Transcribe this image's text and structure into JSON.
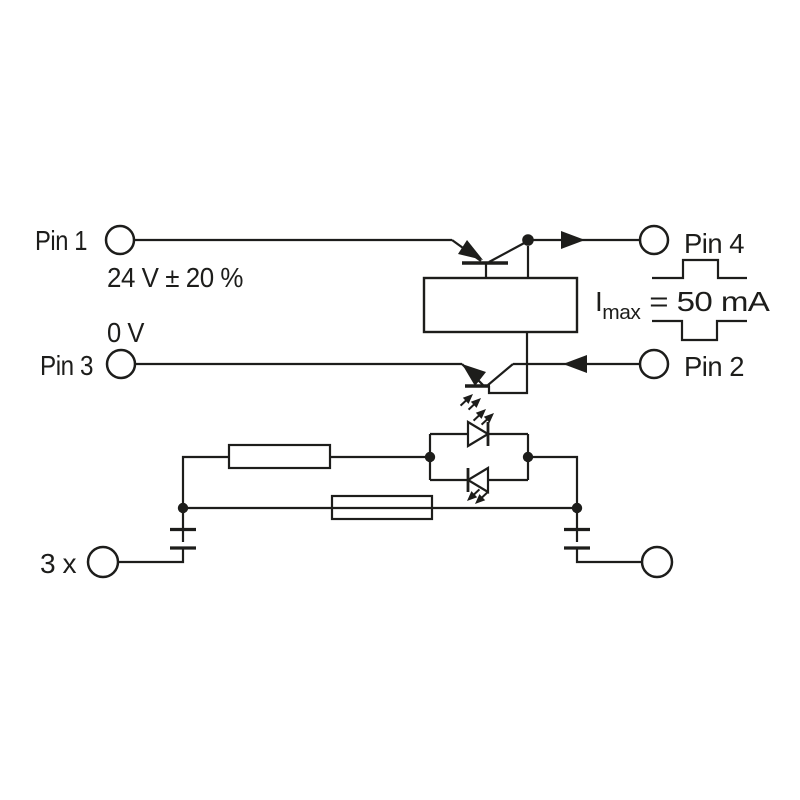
{
  "diagram": {
    "background": "#ffffff",
    "line_color": "#1d1d1b",
    "labels": {
      "pin1": "Pin 1",
      "supply": "24 V ± 20 %",
      "zero_v": "0 V",
      "pin3": "Pin 3",
      "pin4": "Pin 4",
      "pin2": "Pin 2",
      "imax_i": "I",
      "imax_sub": "max",
      "imax_eq": "= 50 mA",
      "multiplier": "3 x"
    },
    "symbols": [
      "screw-terminal",
      "pnp-output-transistor",
      "npn-phototransistor",
      "control-circuit-box",
      "bidirectional-led-pair",
      "resistor",
      "fuse",
      "plug-connection",
      "positive-pulse-waveform",
      "negative-pulse-waveform",
      "junction-dot",
      "current-direction-arrow"
    ]
  }
}
